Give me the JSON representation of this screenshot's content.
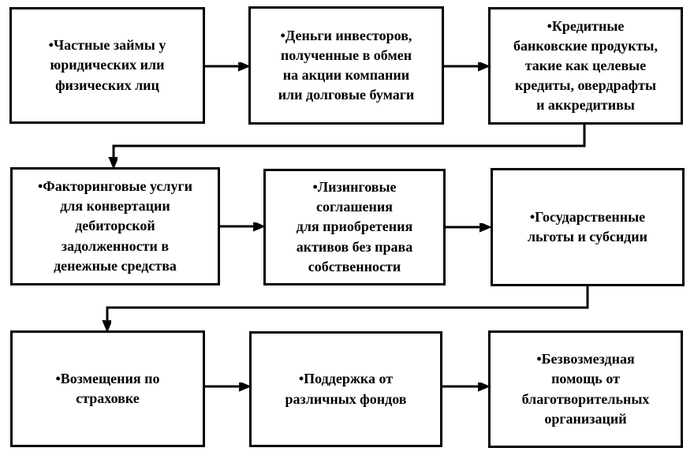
{
  "colors": {
    "border": "#000000",
    "background": "#ffffff",
    "text": "#000000"
  },
  "nodes": [
    {
      "id": "private-loans",
      "label": "•Частные займы у\nюридических или\nфизических лиц"
    },
    {
      "id": "investor-money",
      "label": "•Деньги инвесторов,\nполученные в обмен\nна акции компании\nили долговые бумаги"
    },
    {
      "id": "credit-products",
      "label": "•Кредитные\nбанковские продукты,\nтакие как целевые\nкредиты, овердрафты\nи аккредитивы"
    },
    {
      "id": "factoring",
      "label": "•Факторинговые услуги\nдля конвертации\nдебиторской\nзадолженности в\nденежные средства"
    },
    {
      "id": "leasing",
      "label": "•Лизинговые\nсоглашения\nдля приобретения\nактивов без права\nсобственности"
    },
    {
      "id": "state-benefits",
      "label": "•Государственные\nльготы и субсидии"
    },
    {
      "id": "insurance",
      "label": "•Возмещения по\nстраховке"
    },
    {
      "id": "funds-support",
      "label": "•Поддержка от\nразличных фондов"
    },
    {
      "id": "charity",
      "label": "•Безвозмездная\nпомощь от\nблаготворительных\nорганизаций"
    }
  ],
  "connectors": [
    {
      "from": "private-loans",
      "to": "investor-money"
    },
    {
      "from": "investor-money",
      "to": "credit-products"
    },
    {
      "from": "credit-products",
      "to": "factoring"
    },
    {
      "from": "factoring",
      "to": "leasing"
    },
    {
      "from": "leasing",
      "to": "state-benefits"
    },
    {
      "from": "state-benefits",
      "to": "insurance"
    },
    {
      "from": "insurance",
      "to": "funds-support"
    },
    {
      "from": "funds-support",
      "to": "charity"
    }
  ]
}
